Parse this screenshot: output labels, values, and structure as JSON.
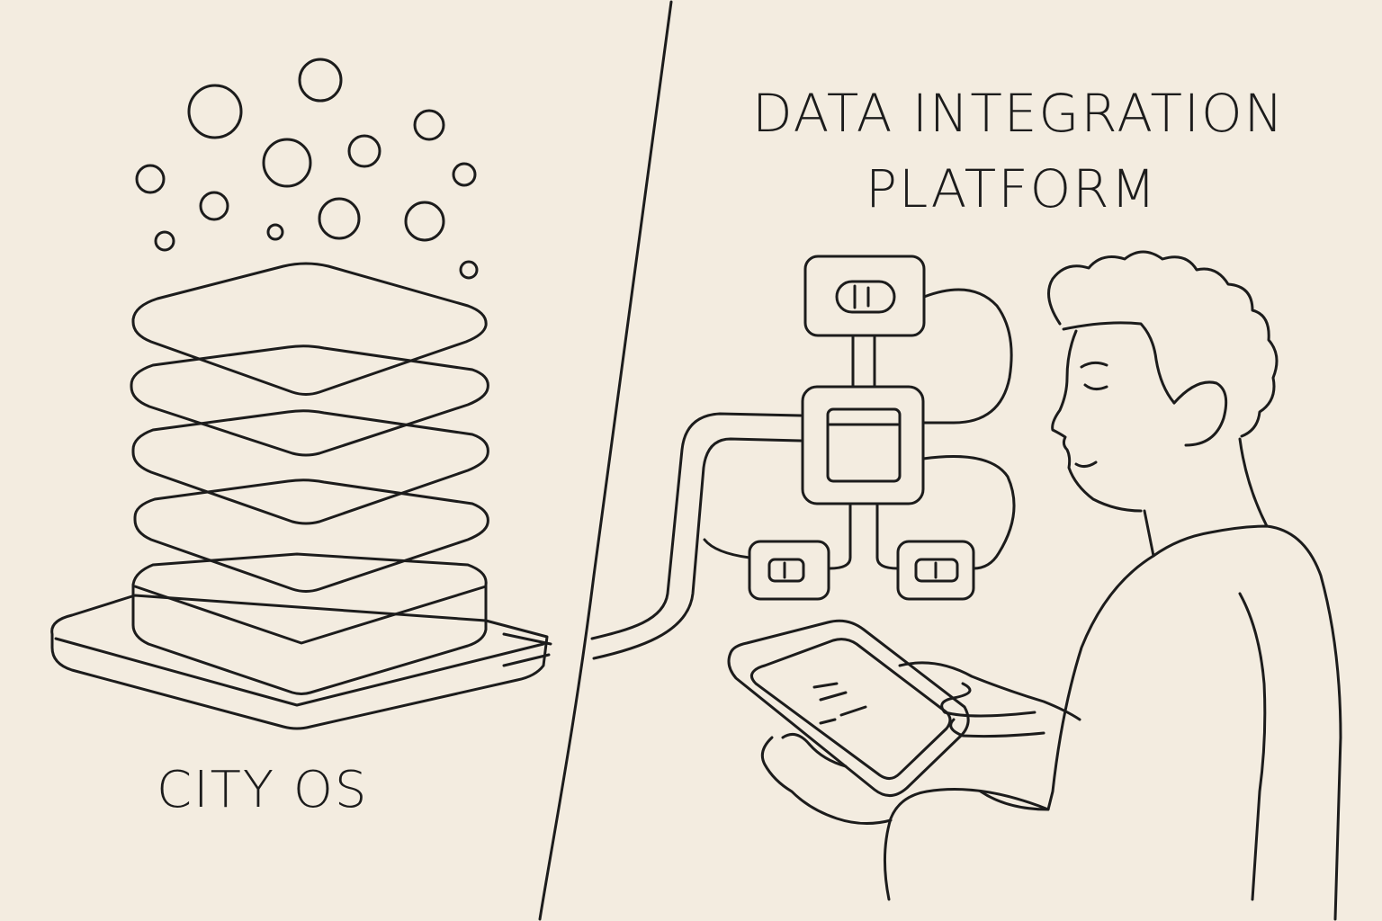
{
  "left_panel": {
    "label": "CITY OS",
    "icon": "stacked-layers-icon"
  },
  "right_panel": {
    "title_line_1": "DATA INTEGRATION",
    "title_line_2": "PLATFORM",
    "icons": [
      "connected-modules-icon",
      "person-with-tablet-icon"
    ]
  },
  "colors": {
    "background": "#f3ece0",
    "ink": "#1c1c1c"
  }
}
